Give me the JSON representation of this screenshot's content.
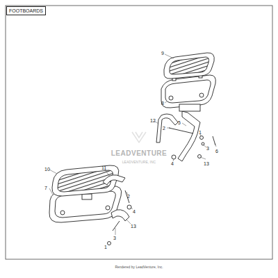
{
  "diagram": {
    "title": "FOOTBOARDS",
    "labels": [
      "9",
      "8",
      "12",
      "2",
      "5",
      "1",
      "3",
      "6",
      "4",
      "13",
      "10",
      "7",
      "11",
      "2",
      "1",
      "3",
      "4",
      "13",
      "LEADVENTURE",
      "LEADVENTURE, INC",
      "Rendered by LeadVenture, Inc."
    ]
  }
}
